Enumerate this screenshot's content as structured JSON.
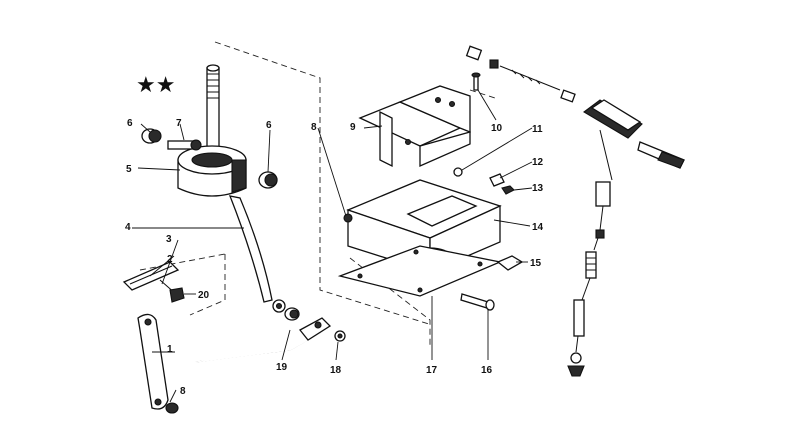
{
  "marking": "★★",
  "callouts": [
    {
      "id": "c1",
      "text": "1"
    },
    {
      "id": "c2",
      "text": "2"
    },
    {
      "id": "c3",
      "text": "3"
    },
    {
      "id": "c4",
      "text": "4"
    },
    {
      "id": "c5",
      "text": "5"
    },
    {
      "id": "c6a",
      "text": "6"
    },
    {
      "id": "c6b",
      "text": "6"
    },
    {
      "id": "c7",
      "text": "7"
    },
    {
      "id": "c8a",
      "text": "8"
    },
    {
      "id": "c8b",
      "text": "8"
    },
    {
      "id": "c9",
      "text": "9"
    },
    {
      "id": "c10",
      "text": "10"
    },
    {
      "id": "c11",
      "text": "11"
    },
    {
      "id": "c12",
      "text": "12"
    },
    {
      "id": "c13",
      "text": "13"
    },
    {
      "id": "c14",
      "text": "14"
    },
    {
      "id": "c15",
      "text": "15"
    },
    {
      "id": "c16",
      "text": "16"
    },
    {
      "id": "c17",
      "text": "17"
    },
    {
      "id": "c18",
      "text": "18"
    },
    {
      "id": "c19",
      "text": "19"
    },
    {
      "id": "c20",
      "text": "20"
    }
  ]
}
